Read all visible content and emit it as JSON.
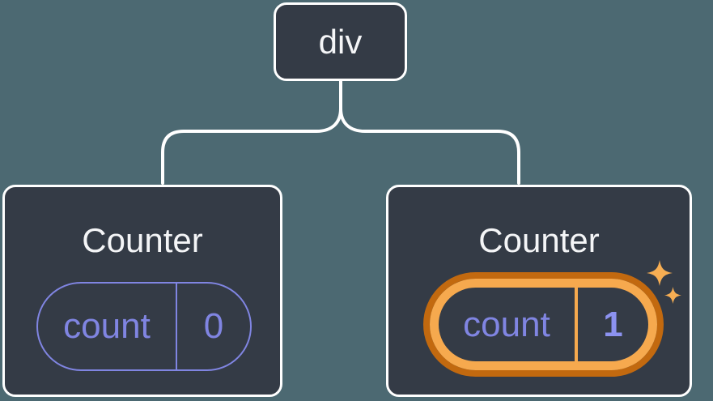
{
  "colors": {
    "background": "#4c6972",
    "card": "#343b46",
    "line": "#ffffff",
    "text-light": "#f4f5f7",
    "purple": "#8085e2",
    "purple-bold": "#8c92f0",
    "orange-light": "#f6a94e",
    "orange-dark": "#c2690f",
    "sparkle": "#f7ae53"
  },
  "tree": {
    "root": {
      "label": "div"
    },
    "children": [
      {
        "title": "Counter",
        "highlighted": false,
        "state_pill": {
          "label": "count",
          "value": "0"
        }
      },
      {
        "title": "Counter",
        "highlighted": true,
        "state_pill": {
          "label": "count",
          "value": "1"
        },
        "icons": [
          "sparkle-icon-large",
          "sparkle-icon-small"
        ]
      }
    ]
  }
}
